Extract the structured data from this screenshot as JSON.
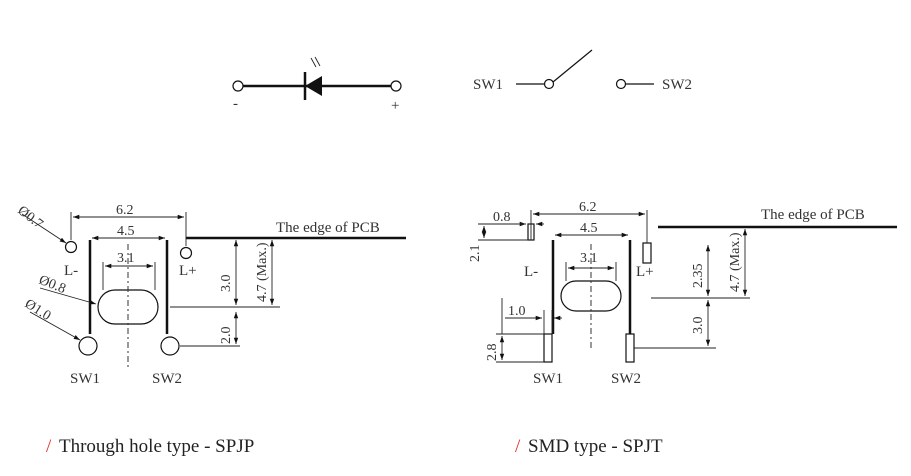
{
  "symbols": {
    "diode_minus": "-",
    "diode_plus": "+",
    "switch_left": "SW1",
    "switch_right": "SW2"
  },
  "through_hole": {
    "caption_slash": "/",
    "caption": "Through hole type - SPJP",
    "diam_07": "Ø0.7",
    "diam_08": "Ø0.8",
    "diam_10": "Ø1.0",
    "dim_62": "6.2",
    "dim_45": "4.5",
    "dim_31": "3.1",
    "dim_30": "3.0",
    "dim_47": "4.7 (Max.)",
    "dim_20": "2.0",
    "label_lminus": "L-",
    "label_lplus": "L+",
    "label_sw1": "SW1",
    "label_sw2": "SW2",
    "pcb_edge": "The edge of PCB"
  },
  "smd": {
    "caption_slash": "/",
    "caption": "SMD type - SPJT",
    "dim_08": "0.8",
    "dim_62": "6.2",
    "dim_45": "4.5",
    "dim_21": "2.1",
    "dim_31": "3.1",
    "dim_235": "2.35",
    "dim_47": "4.7 (Max.)",
    "dim_10": "1.0",
    "dim_30": "3.0",
    "dim_28": "2.8",
    "label_lminus": "L-",
    "label_lplus": "L+",
    "label_sw1": "SW1",
    "label_sw2": "SW2",
    "pcb_edge": "The edge of PCB"
  }
}
